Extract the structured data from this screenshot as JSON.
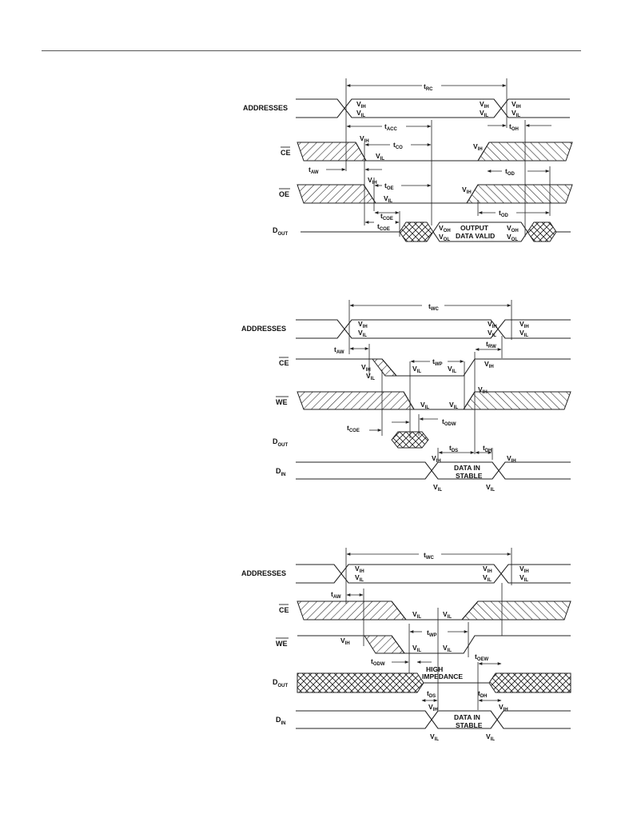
{
  "diagrams": [
    {
      "signals": {
        "addr": "ADDRESSES",
        "ce": {
          "base": "CE"
        },
        "oe": {
          "base": "OE"
        },
        "dout": {
          "base": "D",
          "sub": "OUT"
        }
      },
      "timings": {
        "trc": {
          "base": "t",
          "sub": "RC"
        },
        "tacc": {
          "base": "t",
          "sub": "ACC"
        },
        "tco": {
          "base": "t",
          "sub": "CO"
        },
        "toh": {
          "base": "t",
          "sub": "OH"
        },
        "taw": {
          "base": "t",
          "sub": "AW"
        },
        "tod1": {
          "base": "t",
          "sub": "OD"
        },
        "toe": {
          "base": "t",
          "sub": "OE"
        },
        "tod2": {
          "base": "t",
          "sub": "OD"
        },
        "tcoe1": {
          "base": "t",
          "sub": "COE"
        },
        "tcoe2": {
          "base": "t",
          "sub": "COE"
        }
      },
      "levels": {
        "a_vih1": {
          "base": "V",
          "sub": "IH"
        },
        "a_vil1": {
          "base": "V",
          "sub": "IL"
        },
        "a_vih2": {
          "base": "V",
          "sub": "IH"
        },
        "a_vil2": {
          "base": "V",
          "sub": "IL"
        },
        "a_vih3": {
          "base": "V",
          "sub": "IH"
        },
        "a_vil3": {
          "base": "V",
          "sub": "IL"
        },
        "ce_vih1": {
          "base": "V",
          "sub": "IH"
        },
        "ce_vil": {
          "base": "V",
          "sub": "IL"
        },
        "ce_vih2": {
          "base": "V",
          "sub": "IH"
        },
        "oe_vih1": {
          "base": "V",
          "sub": "IH"
        },
        "oe_vil": {
          "base": "V",
          "sub": "IL"
        },
        "oe_vih2": {
          "base": "V",
          "sub": "IH"
        },
        "do_voh1": {
          "base": "V",
          "sub": "OH"
        },
        "do_vol1": {
          "base": "V",
          "sub": "OL"
        },
        "do_voh2": {
          "base": "V",
          "sub": "OH"
        },
        "do_vol2": {
          "base": "V",
          "sub": "OL"
        }
      },
      "text": {
        "output1": "OUTPUT",
        "output2": "DATA VALID"
      }
    },
    {
      "signals": {
        "addr": "ADDRESSES",
        "ce": {
          "base": "CE"
        },
        "we": {
          "base": "WE"
        },
        "dout": {
          "base": "D",
          "sub": "OUT"
        },
        "din": {
          "base": "D",
          "sub": "IN"
        }
      },
      "timings": {
        "twc": {
          "base": "t",
          "sub": "WC"
        },
        "taw": {
          "base": "t",
          "sub": "AW"
        },
        "twp": {
          "base": "t",
          "sub": "WP"
        },
        "twr": {
          "base": "t",
          "sub": "RW"
        },
        "todw": {
          "base": "t",
          "sub": "ODW"
        },
        "tcoe": {
          "base": "t",
          "sub": "COE"
        },
        "tds": {
          "base": "t",
          "sub": "DS"
        },
        "tdh": {
          "base": "t",
          "sub": "DH"
        }
      },
      "levels": {
        "a_vih1": {
          "base": "V",
          "sub": "IH"
        },
        "a_vil1": {
          "base": "V",
          "sub": "IL"
        },
        "a_vih2": {
          "base": "V",
          "sub": "IH"
        },
        "a_vil2": {
          "base": "V",
          "sub": "IL"
        },
        "a_vih3": {
          "base": "V",
          "sub": "IH"
        },
        "a_vil3": {
          "base": "V",
          "sub": "IL"
        },
        "ce_vih1": {
          "base": "V",
          "sub": "IH"
        },
        "ce_vil1": {
          "base": "V",
          "sub": "IL"
        },
        "ce_vil2": {
          "base": "V",
          "sub": "IL"
        },
        "ce_vil3": {
          "base": "V",
          "sub": "IL"
        },
        "ce_vih2": {
          "base": "V",
          "sub": "IH"
        },
        "we_vil1": {
          "base": "V",
          "sub": "IL"
        },
        "we_vil2": {
          "base": "V",
          "sub": "IL"
        },
        "we_vih": {
          "base": "V",
          "sub": "IH"
        },
        "di_vih1": {
          "base": "V",
          "sub": "IH"
        },
        "di_vil1": {
          "base": "V",
          "sub": "IL"
        },
        "di_vih2": {
          "base": "V",
          "sub": "IH"
        },
        "di_vil2": {
          "base": "V",
          "sub": "IL"
        }
      },
      "text": {
        "din1": "DATA IN",
        "din2": "STABLE"
      }
    },
    {
      "signals": {
        "addr": "ADDRESSES",
        "ce": {
          "base": "CE"
        },
        "we": {
          "base": "WE"
        },
        "dout": {
          "base": "D",
          "sub": "OUT"
        },
        "din": {
          "base": "D",
          "sub": "IN"
        }
      },
      "timings": {
        "twc": {
          "base": "t",
          "sub": "WC"
        },
        "taw": {
          "base": "t",
          "sub": "AW"
        },
        "twp": {
          "base": "t",
          "sub": "WP"
        },
        "todw": {
          "base": "t",
          "sub": "ODW"
        },
        "toew": {
          "base": "t",
          "sub": "OEW"
        },
        "tds": {
          "base": "t",
          "sub": "DS"
        },
        "tdh": {
          "base": "t",
          "sub": "DH"
        }
      },
      "levels": {
        "a_vih1": {
          "base": "V",
          "sub": "IH"
        },
        "a_vil1": {
          "base": "V",
          "sub": "IL"
        },
        "a_vih2": {
          "base": "V",
          "sub": "IH"
        },
        "a_vil2": {
          "base": "V",
          "sub": "IL"
        },
        "a_vih3": {
          "base": "V",
          "sub": "IH"
        },
        "a_vil3": {
          "base": "V",
          "sub": "IL"
        },
        "ce_vil1": {
          "base": "V",
          "sub": "IL"
        },
        "ce_vil2": {
          "base": "V",
          "sub": "IL"
        },
        "we_vih": {
          "base": "V",
          "sub": "IH"
        },
        "we_vil1": {
          "base": "V",
          "sub": "IL"
        },
        "we_vil2": {
          "base": "V",
          "sub": "IL"
        },
        "di_vih1": {
          "base": "V",
          "sub": "IH"
        },
        "di_vil1": {
          "base": "V",
          "sub": "IL"
        },
        "di_vih2": {
          "base": "V",
          "sub": "IH"
        },
        "di_vil2": {
          "base": "V",
          "sub": "IL"
        }
      },
      "text": {
        "hi1": "HIGH",
        "hi2": "IMPEDANCE",
        "din1": "DATA IN",
        "din2": "STABLE"
      }
    }
  ]
}
